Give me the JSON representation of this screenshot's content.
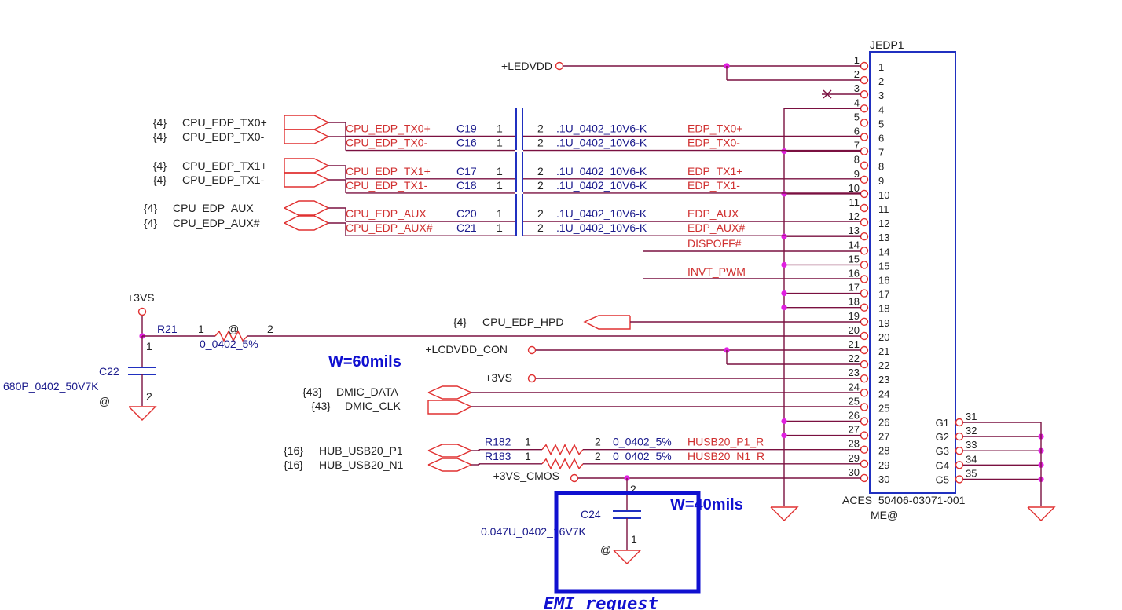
{
  "connector": {
    "ref": "JEDP1",
    "part": "ACES_50406-03071-001",
    "bom": "ME@",
    "pins_left": [
      "1",
      "2",
      "3",
      "4",
      "5",
      "6",
      "7",
      "8",
      "9",
      "10",
      "11",
      "12",
      "13",
      "14",
      "15",
      "16",
      "17",
      "18",
      "19",
      "20",
      "21",
      "22",
      "23",
      "24",
      "25",
      "26",
      "27",
      "28",
      "29",
      "30"
    ],
    "pins_inner": [
      "1",
      "2",
      "3",
      "4",
      "5",
      "6",
      "7",
      "8",
      "9",
      "10",
      "11",
      "12",
      "13",
      "14",
      "15",
      "16",
      "17",
      "18",
      "19",
      "20",
      "21",
      "22",
      "23",
      "24",
      "25",
      "26",
      "27",
      "28",
      "29",
      "30"
    ],
    "ground_labels": [
      "G1",
      "G2",
      "G3",
      "G4",
      "G5"
    ],
    "ground_pins": [
      "31",
      "32",
      "33",
      "34",
      "35"
    ]
  },
  "nets": {
    "ledvdd": "+LEDVDD",
    "lcdvdd": "+LCDVDD_CON",
    "vs3_a": "+3VS",
    "vs3_b": "+3VS",
    "vs3_cmos": "+3VS_CMOS",
    "dispoff": "DISPOFF#",
    "invt_pwm": "INVT_PWM",
    "hpd": "CPU_EDP_HPD",
    "hpd_sheet": "{4}"
  },
  "inputs": [
    {
      "sheet": "{4}",
      "name": "CPU_EDP_TX0+"
    },
    {
      "sheet": "{4}",
      "name": "CPU_EDP_TX0-"
    },
    {
      "sheet": "{4}",
      "name": "CPU_EDP_TX1+"
    },
    {
      "sheet": "{4}",
      "name": "CPU_EDP_TX1-"
    },
    {
      "sheet": "{4}",
      "name": "CPU_EDP_AUX"
    },
    {
      "sheet": "{4}",
      "name": "CPU_EDP_AUX#"
    },
    {
      "sheet": "{43}",
      "name": "DMIC_DATA"
    },
    {
      "sheet": "{43}",
      "name": "DMIC_CLK"
    },
    {
      "sheet": "{16}",
      "name": "HUB_USB20_P1"
    },
    {
      "sheet": "{16}",
      "name": "HUB_USB20_N1"
    }
  ],
  "caps": [
    {
      "net_in": "CPU_EDP_TX0+",
      "ref": "C19",
      "p1": "1",
      "p2": "2",
      "value": ".1U_0402_10V6-K",
      "net_out": "EDP_TX0+"
    },
    {
      "net_in": "CPU_EDP_TX0-",
      "ref": "C16",
      "p1": "1",
      "p2": "2",
      "value": ".1U_0402_10V6-K",
      "net_out": "EDP_TX0-"
    },
    {
      "net_in": "CPU_EDP_TX1+",
      "ref": "C17",
      "p1": "1",
      "p2": "2",
      "value": ".1U_0402_10V6-K",
      "net_out": "EDP_TX1+"
    },
    {
      "net_in": "CPU_EDP_TX1-",
      "ref": "C18",
      "p1": "1",
      "p2": "2",
      "value": ".1U_0402_10V6-K",
      "net_out": "EDP_TX1-"
    },
    {
      "net_in": "CPU_EDP_AUX",
      "ref": "C20",
      "p1": "1",
      "p2": "2",
      "value": ".1U_0402_10V6-K",
      "net_out": "EDP_AUX"
    },
    {
      "net_in": "CPU_EDP_AUX#",
      "ref": "C21",
      "p1": "1",
      "p2": "2",
      "value": ".1U_0402_10V6-K",
      "net_out": "EDP_AUX#"
    }
  ],
  "usb_res": [
    {
      "ref": "R182",
      "p1": "1",
      "p2": "2",
      "value": "0_0402_5%",
      "net_out": "HUSB20_P1_R"
    },
    {
      "ref": "R183",
      "p1": "1",
      "p2": "2",
      "value": "0_0402_5%",
      "net_out": "HUSB20_N1_R"
    }
  ],
  "r21": {
    "ref": "R21",
    "p1": "1",
    "p2": "2",
    "value": "0_0402_5%",
    "bom": "@"
  },
  "c22": {
    "ref": "C22",
    "p1": "1",
    "p2": "2",
    "value": "680P_0402_50V7K",
    "bom": "@",
    "rail": "+3VS"
  },
  "c24": {
    "ref": "C24",
    "p1": "1",
    "p2": "2",
    "value": "0.047U_0402_16V7K",
    "bom": "@"
  },
  "notes": {
    "w60": "W=60mils",
    "w40": "W=40mils",
    "emi": "EMI request"
  },
  "colors": {
    "wire": "#7a1040",
    "junction": "#e020e0",
    "pinred": "#e03030",
    "conn": "#2030c0"
  }
}
